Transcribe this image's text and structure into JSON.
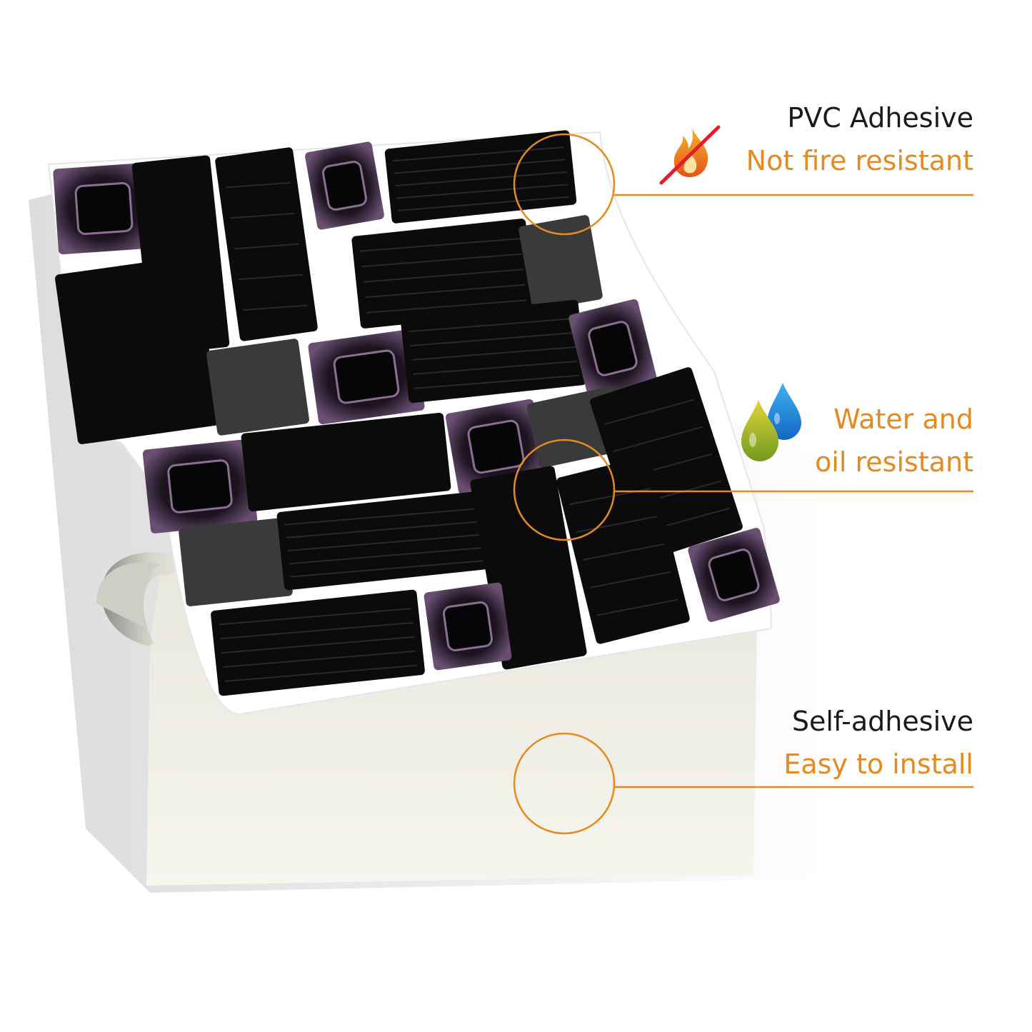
{
  "features": [
    {
      "title": "PVC Adhesive",
      "subtitle": "Not fire resistant",
      "icon": "no-fire-icon"
    },
    {
      "title": "",
      "subtitle": "Water and",
      "subtitle2": "oil resistant",
      "icon": "water-oil-drops-icon"
    },
    {
      "title": "Self-adhesive",
      "subtitle": "Easy to install",
      "icon": ""
    }
  ],
  "colors": {
    "accent": "#e58a1f",
    "text": "#1a1a1a",
    "tile_black": "#0b0b0c",
    "tile_grey": "#3a3a3c",
    "grout": "#ffffff",
    "backing": "#f4f3ec",
    "water_drop": "#1f8fe0",
    "oil_drop": "#c9b417"
  }
}
